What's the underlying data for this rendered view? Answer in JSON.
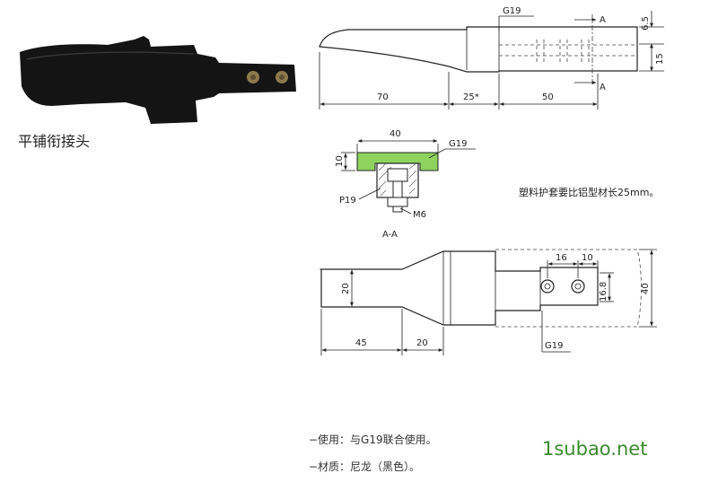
{
  "product_caption": "平铺衔接头",
  "colors": {
    "photo_body": "#141414",
    "photo_screw": "#8c7a4e",
    "cover_green": "#8ed35e",
    "watermark_green": "#3b8b2e",
    "line": "#222222"
  },
  "top_view": {
    "dims": {
      "length_a": "70",
      "length_b": "25*",
      "length_c": "50",
      "height_a": "6.5",
      "height_b": "15"
    },
    "profile_label": "G19",
    "section_marker": "A"
  },
  "section_view": {
    "dims": {
      "width": "40",
      "height": "10"
    },
    "labels": {
      "profile": "G19",
      "part": "P19",
      "bolt": "M6"
    },
    "caption": "A-A"
  },
  "bottom_view": {
    "dims": {
      "width_left": "20",
      "length_a": "45",
      "length_b": "20",
      "spacing_a": "16",
      "spacing_b": "10",
      "slot_height": "16.8",
      "total_width": "40"
    },
    "profile_label": "G19"
  },
  "note": "塑料护套要比铝型材长25mm。",
  "specs": {
    "usage": "−使用：与G19联合使用。",
    "material": "−材质：尼龙（黑色）。"
  },
  "watermark": "1subao.net"
}
